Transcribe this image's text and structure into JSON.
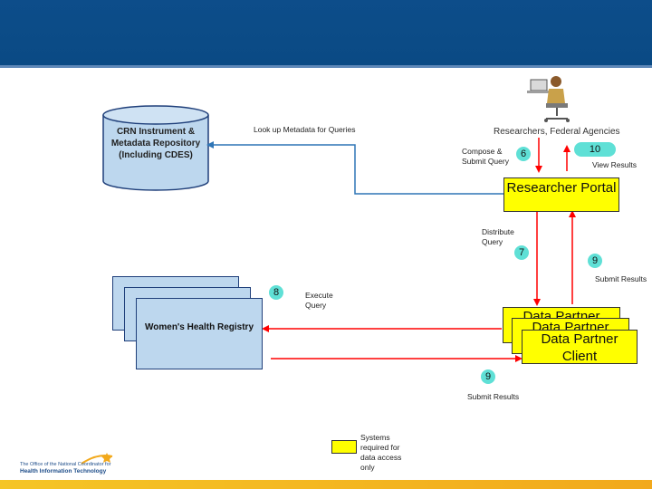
{
  "diagram": {
    "repository": {
      "label": "CRN Instrument & Metadata Repository (Including CDES)"
    },
    "registry": {
      "label": "Women's Health Registry"
    },
    "researchers": {
      "label": "Researchers, Federal Agencies"
    },
    "portal": {
      "label": "Researcher Portal"
    },
    "clients": {
      "back_label": "Data Partner",
      "middle_label": "Data Partner",
      "front_label": "Data Partner Client"
    },
    "edges": {
      "lookup": "Look up Metadata for Queries",
      "compose": "Compose & Submit Query",
      "view": "View Results",
      "distribute": "Distribute Query",
      "submit_right": "Submit Results",
      "execute": "Execute Query",
      "submit_bottom": "Submit Results"
    },
    "steps": {
      "s6": "6",
      "s10": "10",
      "s7": "7",
      "s9_right": "9",
      "s8": "8",
      "s9_bottom": "9"
    },
    "legend": {
      "label": "Systems required for data access only"
    }
  },
  "footer": {
    "logo_line1": "The Office of the National Coordinator for",
    "logo_line2": "Health Information Technology"
  },
  "colors": {
    "banner": "#0d4d8a",
    "arrow_red": "#ff0000",
    "arrow_blue": "#2e75b6",
    "node_blue": "#bdd7ee",
    "node_yellow": "#ffff00",
    "step_teal": "#5fe0d6"
  }
}
